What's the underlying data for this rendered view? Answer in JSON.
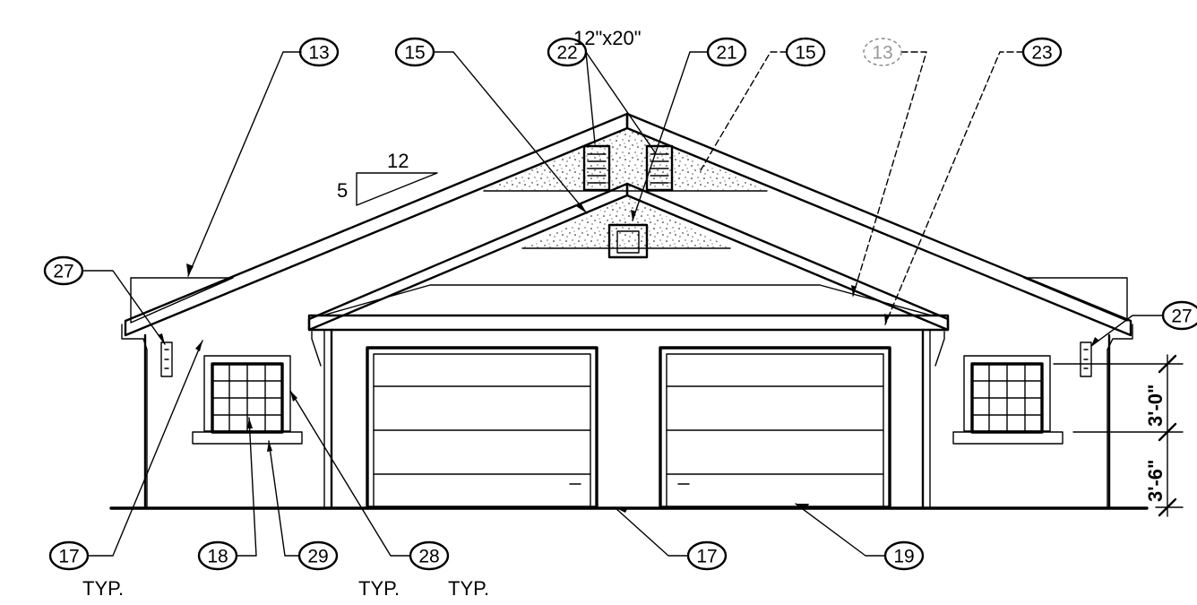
{
  "drawing": {
    "slope": {
      "rise": "5",
      "run": "12"
    },
    "vent_size": "12\"x20\"",
    "callouts": {
      "c13_left": "13",
      "c15_left": "15",
      "c22": "22",
      "c21": "21",
      "c15_right": "15",
      "c13_right": "13",
      "c23": "23",
      "c27_left": "27",
      "c27_right": "27",
      "c17_left": "17",
      "c18": "18",
      "c29": "29",
      "c28": "28",
      "c17_mid": "17",
      "c19": "19"
    },
    "notes": {
      "typ_17": "TYP.",
      "typ_29": "TYP.",
      "typ_28": "TYP."
    },
    "dimensions": {
      "upper": "3'-0\"",
      "lower": "3'-6\""
    }
  }
}
